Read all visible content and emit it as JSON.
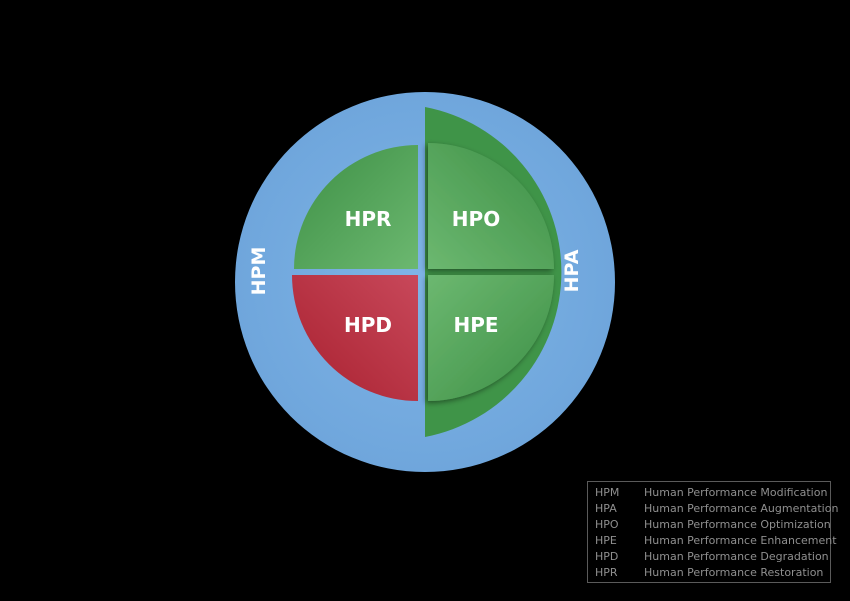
{
  "diagram": {
    "outer_ring_label": "HPM",
    "arc_label": "HPA",
    "quadrants": {
      "top_left": "HPR",
      "top_right": "HPO",
      "bottom_left": "HPD",
      "bottom_right": "HPE"
    },
    "colors": {
      "background": "#000000",
      "outer_ring": "#7aaee0",
      "green": "#3f9448",
      "green_light": "#5fae63",
      "red": "#b12a3a",
      "label": "#ffffff"
    }
  },
  "legend": [
    {
      "abbr": "HPM",
      "desc": "Human Performance Modification"
    },
    {
      "abbr": "HPA",
      "desc": "Human Performance Augmentation"
    },
    {
      "abbr": "HPO",
      "desc": "Human Performance Optimization"
    },
    {
      "abbr": "HPE",
      "desc": "Human Performance Enhancement"
    },
    {
      "abbr": "HPD",
      "desc": "Human Performance Degradation"
    },
    {
      "abbr": "HPR",
      "desc": "Human Performance Restoration"
    }
  ]
}
